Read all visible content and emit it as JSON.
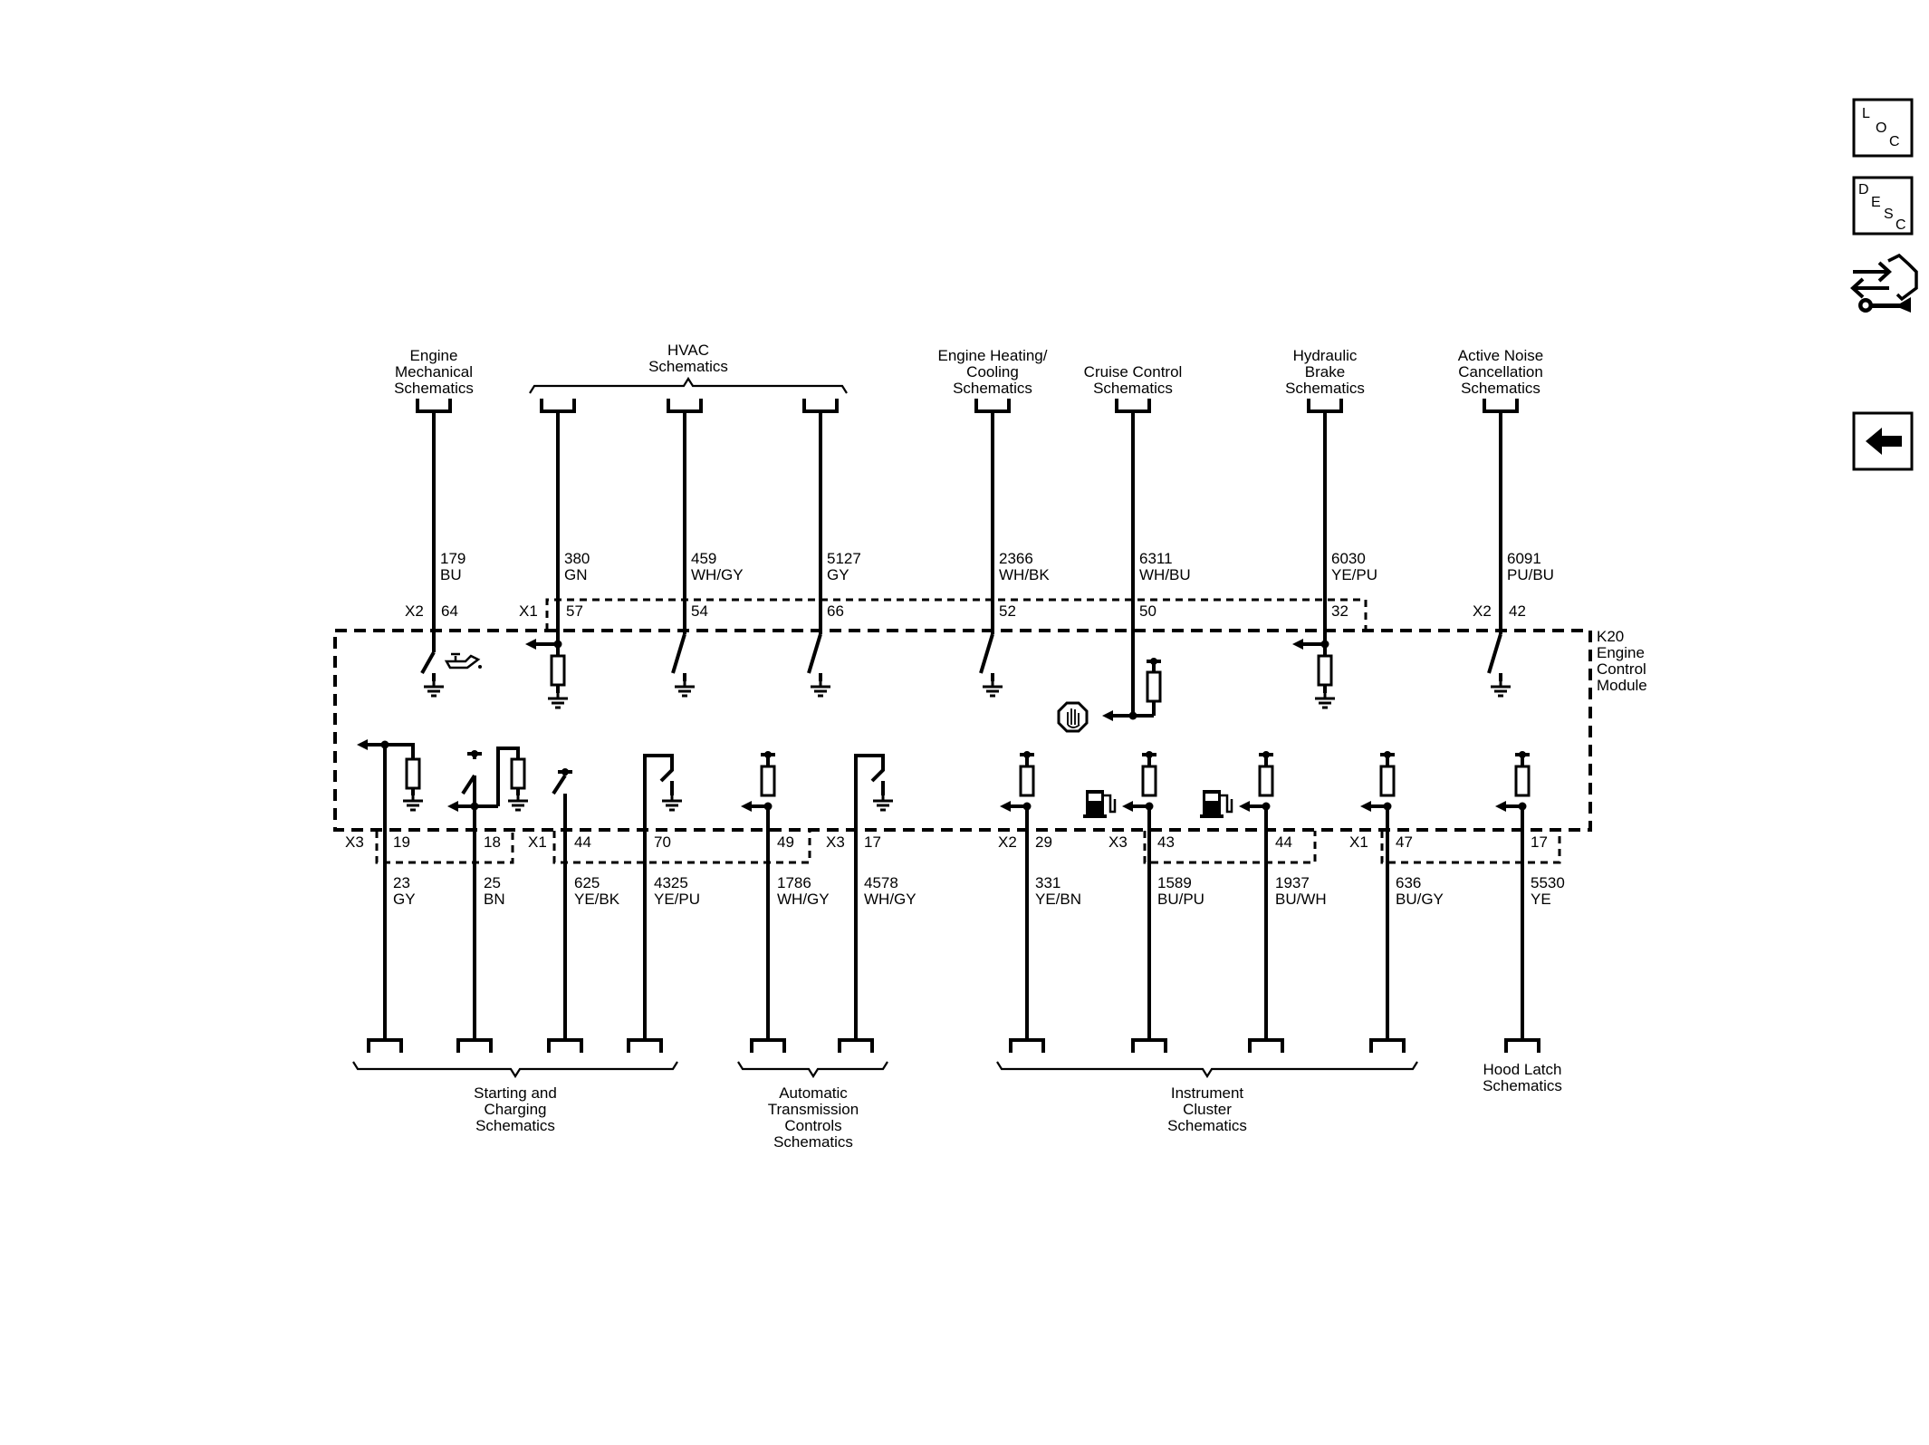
{
  "nav": {
    "loc": [
      "L",
      "O",
      "C"
    ],
    "desc": [
      "D",
      "E",
      "S",
      "C"
    ]
  },
  "module": {
    "id": "K20",
    "name_lines": [
      "Engine",
      "Control",
      "Module"
    ]
  },
  "top_groups": [
    {
      "lines": [
        "Engine",
        "Mechanical",
        "Schematics"
      ]
    },
    {
      "lines": [
        "HVAC",
        "Schematics"
      ]
    },
    {
      "lines": [
        "Engine Heating/",
        "Cooling",
        "Schematics"
      ]
    },
    {
      "lines": [
        "Cruise Control",
        "Schematics"
      ]
    },
    {
      "lines": [
        "Hydraulic",
        "Brake",
        "Schematics"
      ]
    },
    {
      "lines": [
        "Active Noise",
        "Cancellation",
        "Schematics"
      ]
    }
  ],
  "top_wires": [
    {
      "circuit": "179",
      "color": "BU",
      "connector": "X2",
      "pin": "64"
    },
    {
      "circuit": "380",
      "color": "GN",
      "connector": "X1",
      "pin": "57"
    },
    {
      "circuit": "459",
      "color": "WH/GY",
      "connector": "",
      "pin": "54"
    },
    {
      "circuit": "5127",
      "color": "GY",
      "connector": "",
      "pin": "66"
    },
    {
      "circuit": "2366",
      "color": "WH/BK",
      "connector": "",
      "pin": "52"
    },
    {
      "circuit": "6311",
      "color": "WH/BU",
      "connector": "",
      "pin": "50"
    },
    {
      "circuit": "6030",
      "color": "YE/PU",
      "connector": "",
      "pin": "32"
    },
    {
      "circuit": "6091",
      "color": "PU/BU",
      "connector": "X2",
      "pin": "42"
    }
  ],
  "bottom_wires": [
    {
      "circuit": "23",
      "color": "GY",
      "connector": "X3",
      "pin": "19"
    },
    {
      "circuit": "25",
      "color": "BN",
      "connector": "",
      "pin": "18"
    },
    {
      "circuit": "625",
      "color": "YE/BK",
      "connector": "X1",
      "pin": "44"
    },
    {
      "circuit": "4325",
      "color": "YE/PU",
      "connector": "",
      "pin": "70"
    },
    {
      "circuit": "1786",
      "color": "WH/GY",
      "connector": "",
      "pin": "49"
    },
    {
      "circuit": "4578",
      "color": "WH/GY",
      "connector": "X3",
      "pin": "17"
    },
    {
      "circuit": "331",
      "color": "YE/BN",
      "connector": "X2",
      "pin": "29"
    },
    {
      "circuit": "1589",
      "color": "BU/PU",
      "connector": "X3",
      "pin": "43"
    },
    {
      "circuit": "1937",
      "color": "BU/WH",
      "connector": "",
      "pin": "44"
    },
    {
      "circuit": "636",
      "color": "BU/GY",
      "connector": "X1",
      "pin": "47"
    },
    {
      "circuit": "5530",
      "color": "YE",
      "connector": "",
      "pin": "17"
    }
  ],
  "bottom_groups": [
    {
      "lines": [
        "Starting and",
        "Charging",
        "Schematics"
      ]
    },
    {
      "lines": [
        "Automatic",
        "Transmission",
        "Controls",
        "Schematics"
      ]
    },
    {
      "lines": [
        "Instrument",
        "Cluster",
        "Schematics"
      ]
    },
    {
      "lines": [
        "Hood Latch",
        "Schematics"
      ]
    }
  ]
}
